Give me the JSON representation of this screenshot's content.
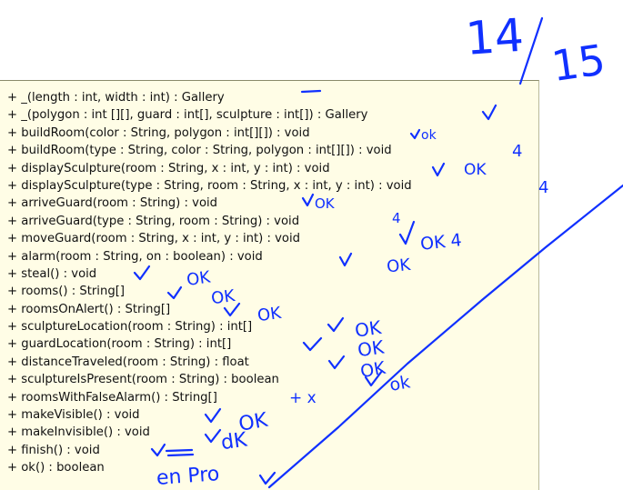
{
  "grade": {
    "score": "14",
    "total": "15"
  },
  "methods": [
    "+ _(length : int, width : int) : Gallery",
    "+ _(polygon : int [][], guard : int[], sculpture : int[]) : Gallery",
    "+ buildRoom(color : String, polygon : int[][]) : void",
    "+ buildRoom(type : String, color : String, polygon : int[][]) : void",
    "+ displaySculpture(room : String, x : int, y : int) : void",
    "+ displaySculpture(type : String, room : String, x : int, y : int) : void",
    "+ arriveGuard(room : String) : void",
    "+ arriveGuard(type : String, room : String) : void",
    "+ moveGuard(room : String, x : int, y : int) : void",
    "+ alarm(room : String, on : boolean) : void",
    "+ steal() : void",
    "+ rooms() : String[]",
    "+ roomsOnAlert() : String[]",
    "+ sculptureLocation(room : String) : int[]",
    "+ guardLocation(room : String) : int[]",
    "+ distanceTraveled(room : String) : float",
    "+ sculptureIsPresent(room : String) : boolean",
    "+ roomsWithFalseAlarm() : String[]",
    "+ makeVisible() : void",
    "+ makeInvisible() : void",
    "+ finish() : void",
    "+ ok() : boolean"
  ],
  "annotations": {
    "ok": "OK",
    "ok_lower": "ok",
    "ok_4": "OK 4",
    "dk": "dK",
    "four": "4",
    "en_pro": "en Pro",
    "cross": "+ x"
  },
  "ink_color": "#1030ff"
}
